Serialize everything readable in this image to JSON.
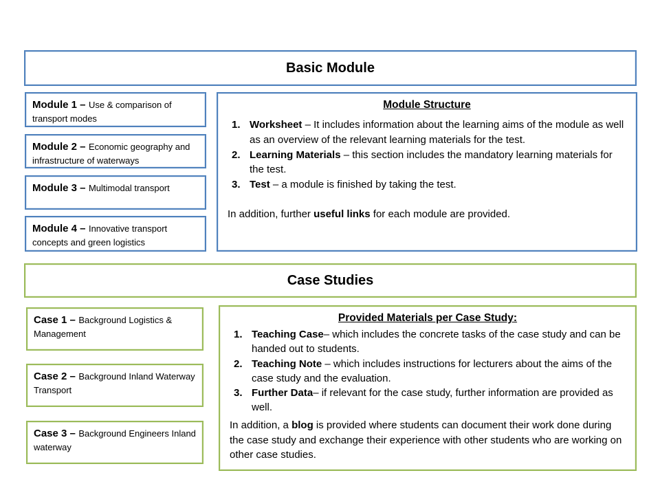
{
  "colors": {
    "blue_border": "#4f81bd",
    "green_border": "#9bbb59",
    "text": "#000000",
    "background": "#ffffff"
  },
  "basic_module": {
    "title": "Basic Module",
    "modules": [
      {
        "label": "Module 1 –",
        "desc": "Use & comparison of transport modes"
      },
      {
        "label": "Module 2 –",
        "desc": "Economic geography and infrastructure of waterways"
      },
      {
        "label": "Module 3 –",
        "desc": "Multimodal transport"
      },
      {
        "label": "Module 4 –",
        "desc": "Innovative transport concepts and green logistics"
      }
    ],
    "structure": {
      "title": "Module Structure",
      "items": [
        {
          "num": "1.",
          "bold": "Worksheet",
          "rest": " – It includes information about the learning aims of the module as well as an overview of the relevant learning materials for the test."
        },
        {
          "num": "2.",
          "bold": "Learning Materials",
          "rest": " – this section includes the mandatory learning materials for the test."
        },
        {
          "num": "3.",
          "bold": "Test",
          "rest": " – a module is finished by taking the test."
        }
      ],
      "footer_prefix": "In addition, further ",
      "footer_bold": "useful links",
      "footer_suffix": " for each module are provided."
    }
  },
  "case_studies": {
    "title": "Case Studies",
    "cases": [
      {
        "label": "Case 1 –",
        "desc": "Background Logistics & Management"
      },
      {
        "label": "Case 2 –",
        "desc": "Background Inland Waterway Transport"
      },
      {
        "label": "Case 3 –",
        "desc": "Background Engineers Inland waterway"
      }
    ],
    "materials": {
      "title": "Provided Materials per Case Study:",
      "items": [
        {
          "num": "1.",
          "bold": "Teaching Case",
          "rest": "– which includes the concrete tasks of the case study and can be handed out to students."
        },
        {
          "num": "2.",
          "bold": "Teaching Note",
          "rest": " – which includes instructions for lecturers about the aims of the case study and the evaluation."
        },
        {
          "num": "3.",
          "bold": "Further Data",
          "rest": "– if relevant for the case study, further information are provided as well."
        }
      ],
      "footer_prefix": "In addition, a ",
      "footer_bold": "blog",
      "footer_suffix": " is provided where students can document their work done during the case study and exchange their experience with other students who are working on other case studies."
    }
  }
}
